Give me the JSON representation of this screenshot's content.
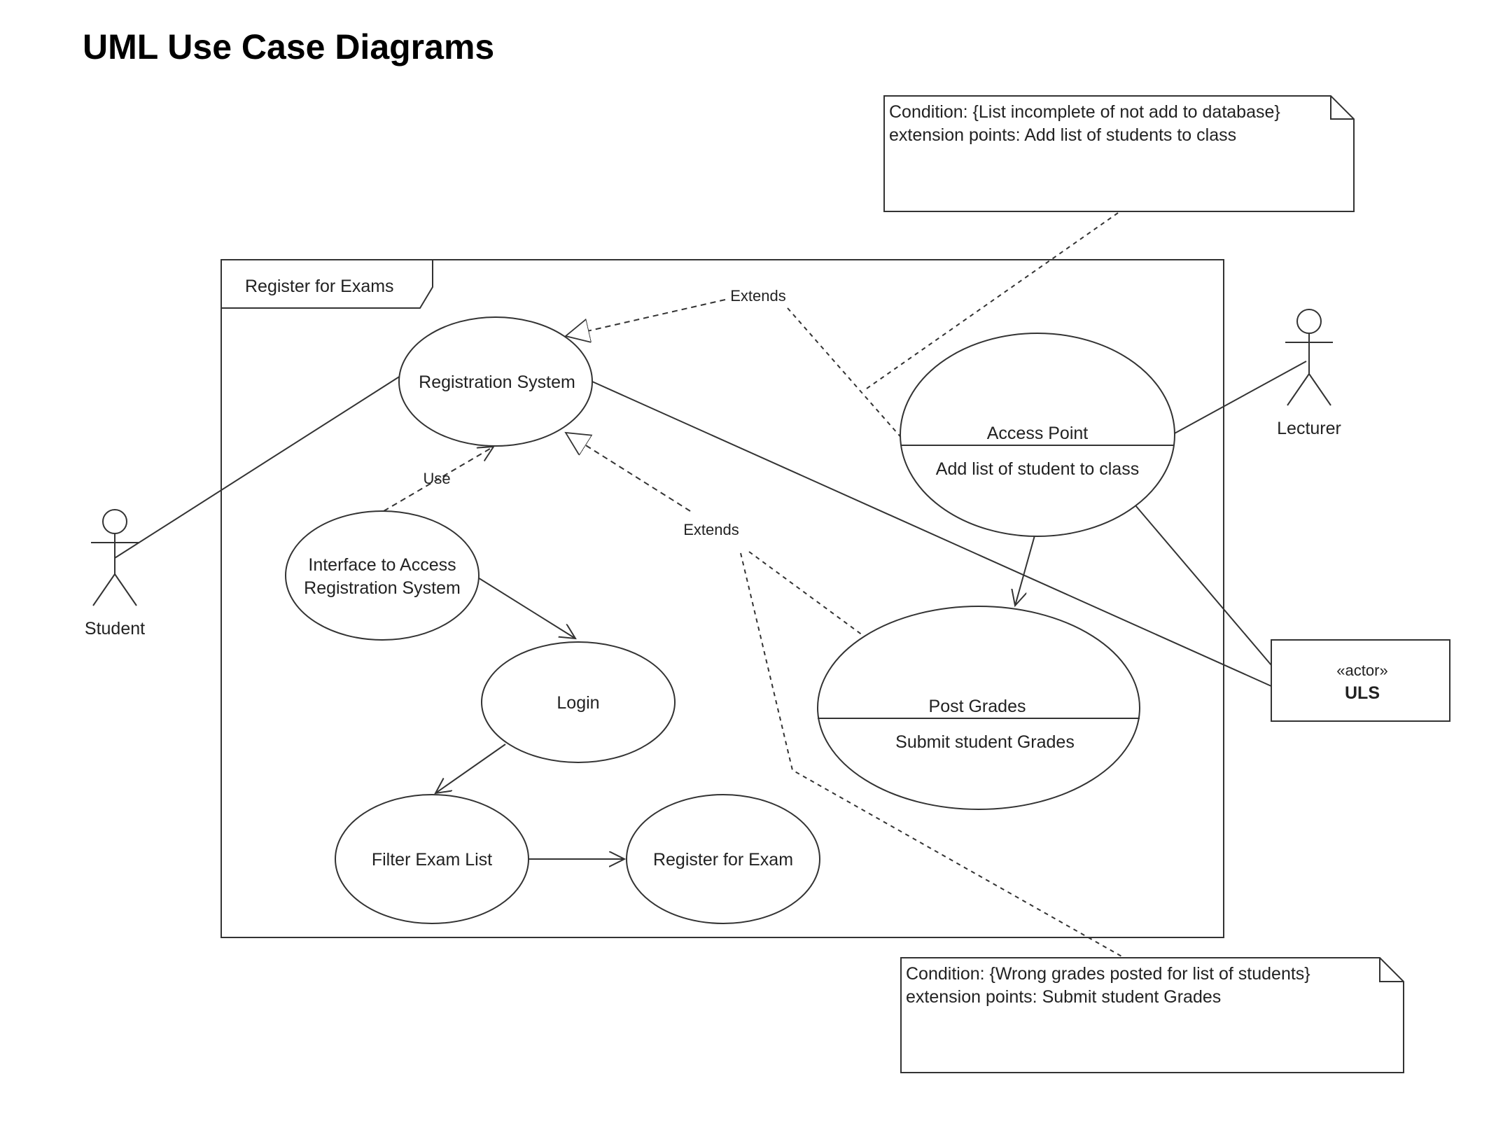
{
  "page": {
    "title": "UML Use Case Diagrams"
  },
  "frame": {
    "label": "Register for Exams"
  },
  "actors": {
    "student": "Student",
    "lecturer": "Lecturer",
    "uls": {
      "stereotype": "«actor»",
      "name": "ULS"
    }
  },
  "use_cases": {
    "registration_system": "Registration System",
    "interface_line1": "Interface to Access",
    "interface_line2": "Registration System",
    "login": "Login",
    "filter_exam_list": "Filter Exam List",
    "register_for_exam": "Register for Exam",
    "access_point": {
      "name": "Access Point",
      "extension": "Add list of student to class"
    },
    "post_grades": {
      "name": "Post Grades",
      "extension": "Submit student Grades"
    }
  },
  "relations": {
    "extends_top": "Extends",
    "extends_mid": "Extends",
    "use": "Use"
  },
  "notes": {
    "top": {
      "condition": "Condition: {List incomplete of not add to database}",
      "extension": "extension points: Add list of students to class"
    },
    "bottom": {
      "condition": "Condition: {Wrong grades posted for list of students}",
      "extension": "extension points: Submit student Grades"
    }
  }
}
